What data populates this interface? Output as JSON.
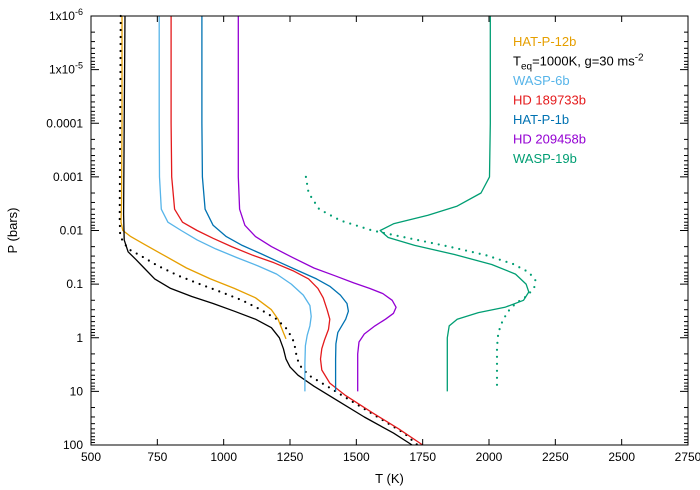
{
  "chart_data": {
    "type": "line",
    "xlabel": "T (K)",
    "ylabel": "P (bars)",
    "xlim": [
      500,
      2750
    ],
    "ylim": [
      1e-06,
      100
    ],
    "y_scale": "log",
    "y_inverted": true,
    "grid": false,
    "legend_position": "top-right",
    "x_ticks": [
      {
        "v": 500,
        "label": "500"
      },
      {
        "v": 750,
        "label": "750"
      },
      {
        "v": 1000,
        "label": "1000"
      },
      {
        "v": 1250,
        "label": "1250"
      },
      {
        "v": 1500,
        "label": "1500"
      },
      {
        "v": 1750,
        "label": "1750"
      },
      {
        "v": 2000,
        "label": "2000"
      },
      {
        "v": 2250,
        "label": "2250"
      },
      {
        "v": 2500,
        "label": "2500"
      },
      {
        "v": 2750,
        "label": "2750"
      }
    ],
    "y_ticks": [
      {
        "v": 1e-06,
        "base": "1x10",
        "exp": "-6"
      },
      {
        "v": 1e-05,
        "base": "1x10",
        "exp": "-5"
      },
      {
        "v": 0.0001,
        "base": "0.0001",
        "exp": ""
      },
      {
        "v": 0.001,
        "base": "0.001",
        "exp": ""
      },
      {
        "v": 0.01,
        "base": "0.01",
        "exp": ""
      },
      {
        "v": 0.1,
        "base": "0.1",
        "exp": ""
      },
      {
        "v": 1,
        "base": "1",
        "exp": ""
      },
      {
        "v": 10,
        "base": "10",
        "exp": ""
      },
      {
        "v": 100,
        "base": "100",
        "exp": ""
      }
    ],
    "legend": [
      {
        "text": "HAT-P-12b",
        "color": "#e69f00"
      },
      {
        "text": "T",
        "sub": "eq",
        "mid": "=1000K, g=30 ms",
        "sup": "-2",
        "color": "#000000"
      },
      {
        "text": "WASP-6b",
        "color": "#56b4e9"
      },
      {
        "text": "HD 189733b",
        "color": "#e41a1c"
      },
      {
        "text": "HAT-P-1b",
        "color": "#0072b2"
      },
      {
        "text": "HD 209458b",
        "color": "#9400d3"
      },
      {
        "text": "WASP-19b",
        "color": "#009e73"
      }
    ],
    "series": [
      {
        "name": "HAT-P-12b",
        "color": "#e69f00",
        "style": "solid",
        "points": [
          [
            617,
            1e-06
          ],
          [
            617,
            0.0001
          ],
          [
            615,
            0.003
          ],
          [
            613,
            0.007
          ],
          [
            620,
            0.01
          ],
          [
            650,
            0.013
          ],
          [
            700,
            0.018
          ],
          [
            780,
            0.03
          ],
          [
            860,
            0.05
          ],
          [
            950,
            0.08
          ],
          [
            1040,
            0.12
          ],
          [
            1120,
            0.18
          ],
          [
            1180,
            0.3
          ],
          [
            1205,
            0.45
          ],
          [
            1215,
            0.6
          ],
          [
            1225,
            0.8
          ],
          [
            1235,
            1.05
          ]
        ]
      },
      {
        "name": "T_eq=1000K, g=30 ms^-2",
        "color": "#000000",
        "style": "solid",
        "points": [
          [
            628,
            1e-06
          ],
          [
            625,
            0.0001
          ],
          [
            623,
            0.005
          ],
          [
            625,
            0.015
          ],
          [
            640,
            0.025
          ],
          [
            670,
            0.035
          ],
          [
            700,
            0.05
          ],
          [
            740,
            0.08
          ],
          [
            800,
            0.12
          ],
          [
            880,
            0.17
          ],
          [
            960,
            0.23
          ],
          [
            1040,
            0.32
          ],
          [
            1120,
            0.45
          ],
          [
            1180,
            0.65
          ],
          [
            1210,
            1
          ],
          [
            1225,
            1.6
          ],
          [
            1235,
            2.5
          ],
          [
            1250,
            3.5
          ],
          [
            1280,
            5
          ],
          [
            1340,
            8
          ],
          [
            1430,
            15
          ],
          [
            1530,
            30
          ],
          [
            1640,
            60
          ],
          [
            1710,
            100
          ]
        ]
      },
      {
        "name": "T_eq=1000K, g=30 ms^-2 (dotted)",
        "color": "#000000",
        "style": "dotted",
        "points": [
          [
            612,
            1e-06
          ],
          [
            610,
            0.0001
          ],
          [
            608,
            0.006
          ],
          [
            610,
            0.013
          ],
          [
            640,
            0.022
          ],
          [
            690,
            0.03
          ],
          [
            750,
            0.045
          ],
          [
            830,
            0.07
          ],
          [
            910,
            0.1
          ],
          [
            990,
            0.14
          ],
          [
            1070,
            0.2
          ],
          [
            1140,
            0.3
          ],
          [
            1200,
            0.45
          ],
          [
            1240,
            0.7
          ],
          [
            1265,
            1.2
          ],
          [
            1275,
            2.2
          ],
          [
            1285,
            3.2
          ],
          [
            1320,
            5
          ],
          [
            1390,
            8
          ],
          [
            1480,
            15
          ],
          [
            1580,
            30
          ],
          [
            1680,
            60
          ],
          [
            1730,
            100
          ]
        ]
      },
      {
        "name": "WASP-6b",
        "color": "#56b4e9",
        "style": "solid",
        "points": [
          [
            757,
            1e-06
          ],
          [
            757,
            0.0001
          ],
          [
            758,
            0.001
          ],
          [
            765,
            0.004
          ],
          [
            790,
            0.007
          ],
          [
            840,
            0.01
          ],
          [
            900,
            0.015
          ],
          [
            970,
            0.022
          ],
          [
            1050,
            0.032
          ],
          [
            1130,
            0.046
          ],
          [
            1200,
            0.065
          ],
          [
            1255,
            0.1
          ],
          [
            1300,
            0.16
          ],
          [
            1325,
            0.25
          ],
          [
            1330,
            0.4
          ],
          [
            1325,
            0.6
          ],
          [
            1315,
            0.9
          ],
          [
            1308,
            1.4
          ],
          [
            1306,
            3
          ],
          [
            1306,
            10
          ]
        ]
      },
      {
        "name": "HD 189733b",
        "color": "#e41a1c",
        "style": "solid",
        "points": [
          [
            802,
            1e-06
          ],
          [
            802,
            0.0001
          ],
          [
            804,
            0.001
          ],
          [
            815,
            0.004
          ],
          [
            845,
            0.007
          ],
          [
            900,
            0.01
          ],
          [
            960,
            0.014
          ],
          [
            1030,
            0.02
          ],
          [
            1110,
            0.029
          ],
          [
            1190,
            0.04
          ],
          [
            1260,
            0.056
          ],
          [
            1320,
            0.08
          ],
          [
            1355,
            0.12
          ],
          [
            1375,
            0.18
          ],
          [
            1390,
            0.3
          ],
          [
            1400,
            0.45
          ],
          [
            1395,
            0.7
          ],
          [
            1380,
            1.1
          ],
          [
            1370,
            1.6
          ],
          [
            1365,
            2.5
          ],
          [
            1370,
            4
          ],
          [
            1400,
            7
          ],
          [
            1460,
            12
          ],
          [
            1560,
            25
          ],
          [
            1660,
            50
          ],
          [
            1750,
            100
          ]
        ]
      },
      {
        "name": "HAT-P-1b",
        "color": "#0072b2",
        "style": "solid",
        "points": [
          [
            918,
            1e-06
          ],
          [
            918,
            0.0001
          ],
          [
            920,
            0.001
          ],
          [
            930,
            0.004
          ],
          [
            960,
            0.008
          ],
          [
            1010,
            0.013
          ],
          [
            1070,
            0.019
          ],
          [
            1140,
            0.027
          ],
          [
            1210,
            0.039
          ],
          [
            1280,
            0.056
          ],
          [
            1350,
            0.08
          ],
          [
            1400,
            0.11
          ],
          [
            1440,
            0.16
          ],
          [
            1465,
            0.23
          ],
          [
            1470,
            0.32
          ],
          [
            1460,
            0.45
          ],
          [
            1445,
            0.6
          ],
          [
            1430,
            0.8
          ],
          [
            1423,
            1.3
          ],
          [
            1422,
            2.5
          ],
          [
            1422,
            10
          ]
        ]
      },
      {
        "name": "HD 209458b",
        "color": "#9400d3",
        "style": "solid",
        "points": [
          [
            1055,
            1e-06
          ],
          [
            1055,
            0.0001
          ],
          [
            1055,
            0.001
          ],
          [
            1060,
            0.004
          ],
          [
            1080,
            0.008
          ],
          [
            1120,
            0.013
          ],
          [
            1180,
            0.02
          ],
          [
            1260,
            0.032
          ],
          [
            1340,
            0.05
          ],
          [
            1420,
            0.07
          ],
          [
            1490,
            0.095
          ],
          [
            1550,
            0.12
          ],
          [
            1600,
            0.15
          ],
          [
            1635,
            0.2
          ],
          [
            1650,
            0.27
          ],
          [
            1640,
            0.35
          ],
          [
            1610,
            0.45
          ],
          [
            1570,
            0.6
          ],
          [
            1530,
            0.85
          ],
          [
            1510,
            1.2
          ],
          [
            1505,
            2
          ],
          [
            1505,
            10
          ]
        ]
      },
      {
        "name": "WASP-19b",
        "color": "#009e73",
        "style": "solid",
        "points": [
          [
            2005,
            1e-06
          ],
          [
            2005,
            0.0001
          ],
          [
            2002,
            0.001
          ],
          [
            1970,
            0.002
          ],
          [
            1880,
            0.0035
          ],
          [
            1770,
            0.0052
          ],
          [
            1640,
            0.0075
          ],
          [
            1590,
            0.01
          ],
          [
            1620,
            0.0135
          ],
          [
            1720,
            0.019
          ],
          [
            1870,
            0.028
          ],
          [
            2010,
            0.043
          ],
          [
            2100,
            0.065
          ],
          [
            2140,
            0.1
          ],
          [
            2150,
            0.14
          ],
          [
            2130,
            0.2
          ],
          [
            2060,
            0.27
          ],
          [
            1960,
            0.34
          ],
          [
            1880,
            0.45
          ],
          [
            1850,
            0.6
          ],
          [
            1843,
            1
          ],
          [
            1843,
            3
          ],
          [
            1843,
            10
          ]
        ]
      },
      {
        "name": "WASP-19b (dotted)",
        "color": "#009e73",
        "style": "dotted",
        "points": [
          [
            1310,
            0.001
          ],
          [
            1320,
            0.002
          ],
          [
            1360,
            0.004
          ],
          [
            1440,
            0.0065
          ],
          [
            1560,
            0.01
          ],
          [
            1700,
            0.014
          ],
          [
            1850,
            0.02
          ],
          [
            1990,
            0.029
          ],
          [
            2090,
            0.042
          ],
          [
            2150,
            0.06
          ],
          [
            2175,
            0.085
          ],
          [
            2170,
            0.12
          ],
          [
            2140,
            0.17
          ],
          [
            2100,
            0.23
          ],
          [
            2070,
            0.33
          ],
          [
            2050,
            0.5
          ],
          [
            2035,
            0.8
          ],
          [
            2030,
            1.5
          ],
          [
            2030,
            4
          ],
          [
            2030,
            10
          ]
        ]
      }
    ]
  }
}
